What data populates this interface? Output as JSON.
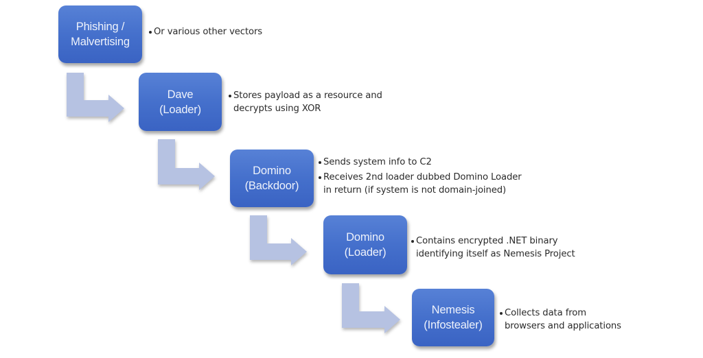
{
  "diagram": {
    "type": "infection-chain-flow",
    "colors": {
      "box_fill": "#4570cc",
      "box_text": "#eef2fb",
      "arrow_fill": "#b6c2e2",
      "note_text": "#2a2a2a"
    },
    "stages": [
      {
        "title": "Phishing /",
        "subtitle": "Malvertising",
        "notes": [
          {
            "lines": [
              "Or various other vectors"
            ]
          }
        ]
      },
      {
        "title": "Dave",
        "subtitle": "(Loader)",
        "notes": [
          {
            "lines": [
              "Stores payload as a resource and",
              "decrypts using XOR"
            ]
          }
        ]
      },
      {
        "title": "Domino",
        "subtitle": "(Backdoor)",
        "notes": [
          {
            "lines": [
              "Sends system info to C2"
            ]
          },
          {
            "lines": [
              "Receives 2nd loader dubbed Domino Loader",
              "in return (if system is not domain-joined)"
            ]
          }
        ]
      },
      {
        "title": "Domino",
        "subtitle": "(Loader)",
        "notes": [
          {
            "lines": [
              "Contains encrypted .NET binary",
              "identifying itself as Nemesis Project"
            ]
          }
        ]
      },
      {
        "title": "Nemesis",
        "subtitle": "(Infostealer)",
        "notes": [
          {
            "lines": [
              "Collects data from",
              "browsers and applications"
            ]
          }
        ]
      }
    ],
    "connectors": [
      {
        "from": 0,
        "to": 1,
        "shape": "elbow-arrow-down-right"
      },
      {
        "from": 1,
        "to": 2,
        "shape": "elbow-arrow-down-right"
      },
      {
        "from": 2,
        "to": 3,
        "shape": "elbow-arrow-down-right"
      },
      {
        "from": 3,
        "to": 4,
        "shape": "elbow-arrow-down-right"
      }
    ]
  }
}
